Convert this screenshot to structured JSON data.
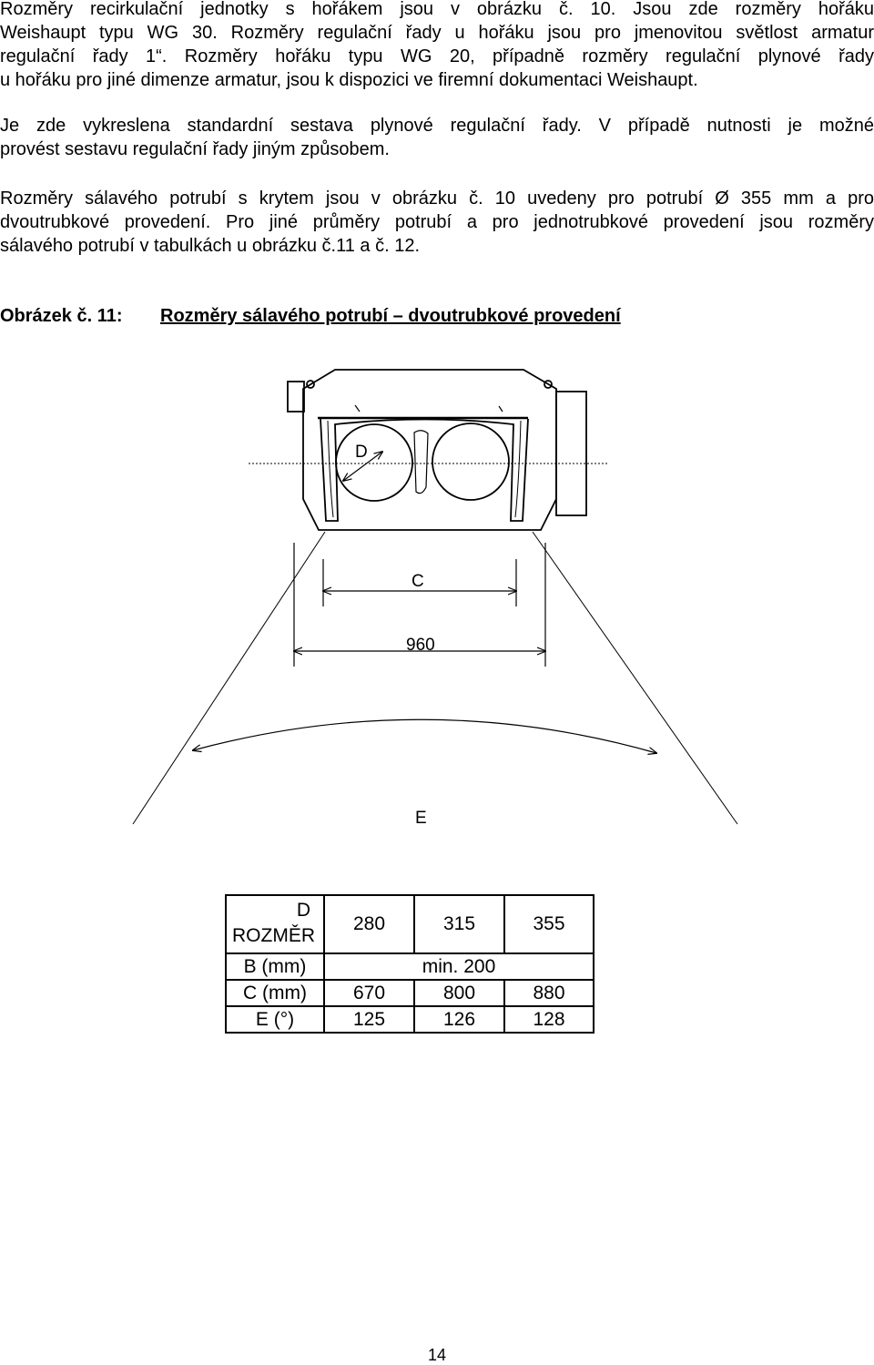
{
  "paragraphs": [
    {
      "lines": [
        "Rozměry recirkulační jednotky s hořákem jsou v obrázku č. 10.  Jsou zde rozměry hořáku",
        "Weishaupt typu WG 30. Rozměry regulační řady u hořáku jsou pro jmenovitou světlost armatur",
        "regulační řady 1“. Rozměry hořáku typu WG 20, případně rozměry regulační plynové řady",
        "u hořáku pro jiné dimenze armatur, jsou k dispozici ve firemní dokumentaci Weishaupt."
      ]
    },
    {
      "lines": [
        "Je zde vykreslena standardní sestava plynové regulační řady. V případě nutnosti je možné",
        "provést sestavu regulační řady jiným způsobem."
      ]
    },
    {
      "lines": [
        "Rozměry sálavého potrubí s krytem jsou v obrázku č. 10 uvedeny pro potrubí Ø 355 mm a pro",
        "dvoutrubkové provedení. Pro jiné průměry potrubí a pro jednotrubkové provedení jsou rozměry",
        "sálavého potrubí v tabulkách u obrázku č.11 a č. 12."
      ]
    }
  ],
  "caption": {
    "label": "Obrázek č. 11:",
    "title": "Rozměry sálavého potrubí – dvoutrubkové provedení"
  },
  "figure": {
    "label_D": "D",
    "label_C": "C",
    "label_960": "960",
    "label_E": "E"
  },
  "table": {
    "header_d": "D",
    "header_rozmer": "ROZMĚR",
    "diameters": [
      "280",
      "315",
      "355"
    ],
    "rows": [
      {
        "label": "B (mm)",
        "merged": "min. 200"
      },
      {
        "label": "C (mm)",
        "values": [
          "670",
          "800",
          "880"
        ]
      },
      {
        "label": "E (°)",
        "values": [
          "125",
          "126",
          "128"
        ]
      }
    ]
  },
  "page_number": "14"
}
